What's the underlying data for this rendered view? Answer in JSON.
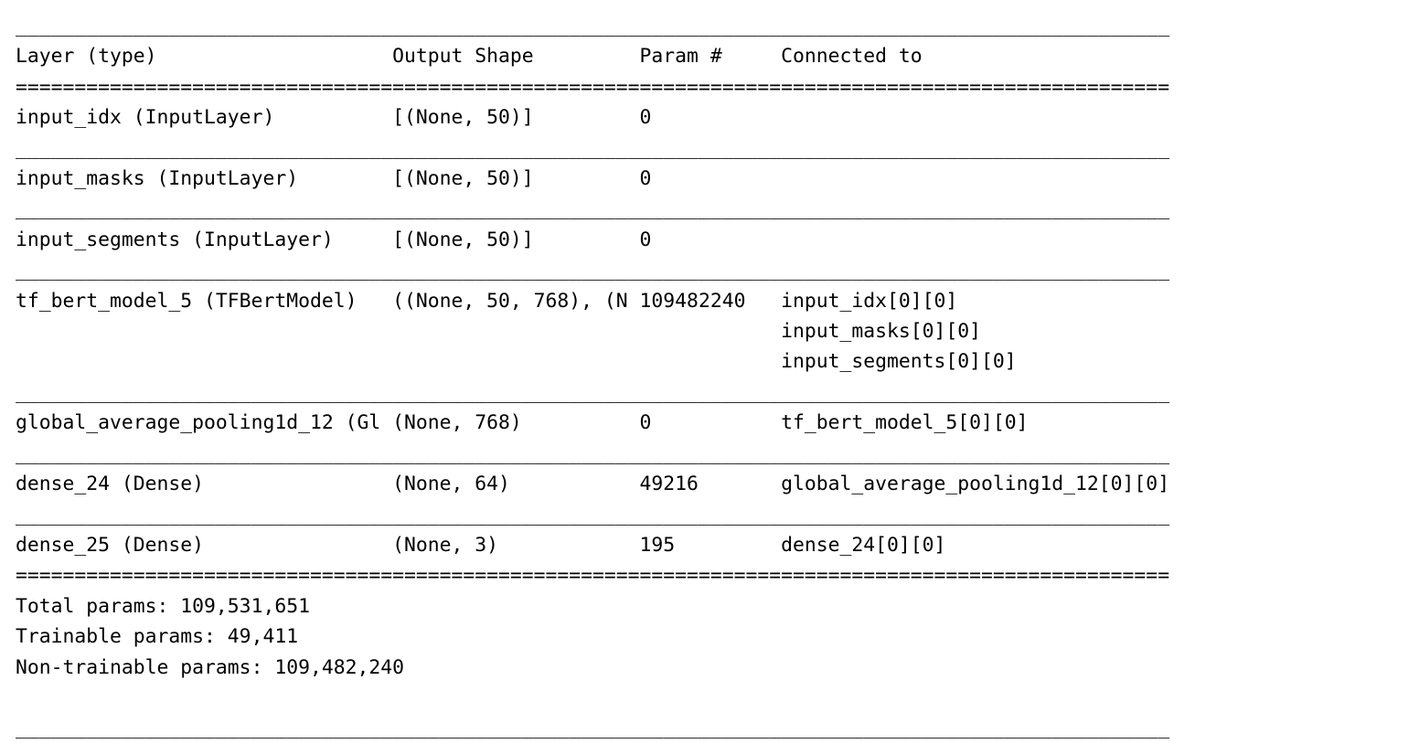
{
  "document": {
    "kind": "keras-model-summary",
    "background_color": "#ffffff",
    "text_color": "#000000",
    "total_columns": 98
  },
  "rules": {
    "underscore_char": "_",
    "equals_char": "=",
    "full_width_underscore": "__________________________________________________________________________________________________",
    "full_width_equals": "=================================================================================================="
  },
  "columns": {
    "headers": [
      "Layer (type)",
      "Output Shape",
      "Param #",
      "Connected to"
    ],
    "offsets": [
      0,
      32,
      53,
      65
    ]
  },
  "layers": [
    {
      "name": "input_idx (InputLayer)",
      "output_shape": "[(None, 50)]",
      "params": "0",
      "connected_to": []
    },
    {
      "name": "input_masks (InputLayer)",
      "output_shape": "[(None, 50)]",
      "params": "0",
      "connected_to": []
    },
    {
      "name": "input_segments (InputLayer)",
      "output_shape": "[(None, 50)]",
      "params": "0",
      "connected_to": []
    },
    {
      "name": "tf_bert_model_5 (TFBertModel)",
      "output_shape": "((None, 50, 768), (N",
      "params": "109482240",
      "connected_to": [
        "input_idx[0][0]",
        "input_masks[0][0]",
        "input_segments[0][0]"
      ]
    },
    {
      "name": "global_average_pooling1d_12 (Gl",
      "output_shape": "(None, 768)",
      "params": "0",
      "connected_to": [
        "tf_bert_model_5[0][0]"
      ]
    },
    {
      "name": "dense_24 (Dense)",
      "output_shape": "(None, 64)",
      "params": "49216",
      "connected_to": [
        "global_average_pooling1d_12[0][0]"
      ]
    },
    {
      "name": "dense_25 (Dense)",
      "output_shape": "(None, 3)",
      "params": "195",
      "connected_to": [
        "dense_24[0][0]"
      ]
    }
  ],
  "totals": [
    "Total params: 109,531,651",
    "Trainable params: 49,411",
    "Non-trainable params: 109,482,240"
  ],
  "totals_values": {
    "total_params": "109,531,651",
    "trainable_params": "49,411",
    "non_trainable_params": "109,482,240"
  },
  "full_text": "__________________________________________________________________________________________________\nLayer (type)                    Output Shape         Param #     Connected to                     \n==================================================================================================\ninput_idx (InputLayer)          [(None, 50)]         0                                            \n__________________________________________________________________________________________________\ninput_masks (InputLayer)        [(None, 50)]         0                                            \n__________________________________________________________________________________________________\ninput_segments (InputLayer)     [(None, 50)]         0                                            \n__________________________________________________________________________________________________\ntf_bert_model_5 (TFBertModel)   ((None, 50, 768), (N 109482240   input_idx[0][0]                  \n                                                                 input_masks[0][0]                \n                                                                 input_segments[0][0]             \n__________________________________________________________________________________________________\nglobal_average_pooling1d_12 (Gl (None, 768)          0           tf_bert_model_5[0][0]            \n__________________________________________________________________________________________________\ndense_24 (Dense)                (None, 64)           49216       global_average_pooling1d_12[0][0]\n__________________________________________________________________________________________________\ndense_25 (Dense)                (None, 3)            195         dense_24[0][0]                   \n==================================================================================================\nTotal params: 109,531,651\nTrainable params: 49,411\nNon-trainable params: 109,482,240\n\n__________________________________________________________________________________________________"
}
